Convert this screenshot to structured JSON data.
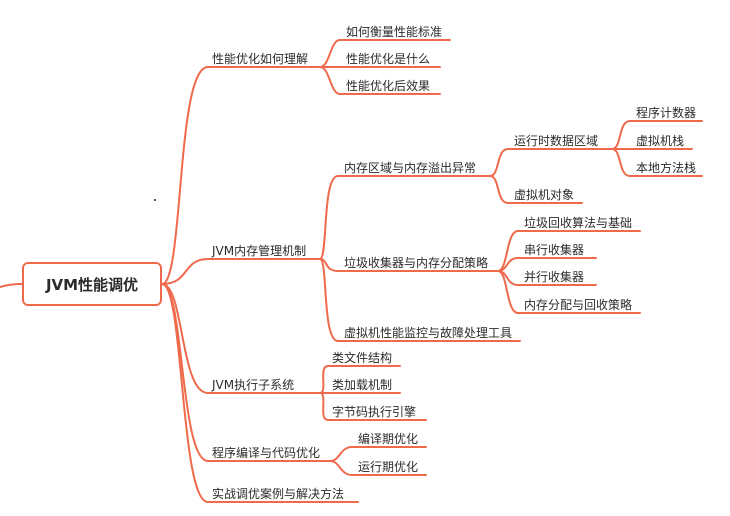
{
  "root": "JVM性能调优",
  "branches": [
    {
      "label": "性能优化如何理解",
      "children": [
        {
          "label": "如何衡量性能标准"
        },
        {
          "label": "性能优化是什么"
        },
        {
          "label": "性能优化后效果"
        }
      ]
    },
    {
      "label": "JVM内存管理机制",
      "children": [
        {
          "label": "内存区域与内存溢出异常",
          "children": [
            {
              "label": "运行时数据区域",
              "children": [
                {
                  "label": "程序计数器"
                },
                {
                  "label": "虚拟机栈"
                },
                {
                  "label": "本地方法栈"
                }
              ]
            },
            {
              "label": "虚拟机对象"
            }
          ]
        },
        {
          "label": "垃圾收集器与内存分配策略",
          "children": [
            {
              "label": "垃圾回收算法与基础"
            },
            {
              "label": "串行收集器"
            },
            {
              "label": "并行收集器"
            },
            {
              "label": "内存分配与回收策略"
            }
          ]
        },
        {
          "label": "虚拟机性能监控与故障处理工具"
        }
      ]
    },
    {
      "label": "JVM执行子系统",
      "children": [
        {
          "label": "类文件结构"
        },
        {
          "label": "类加载机制"
        },
        {
          "label": "字节码执行引擎"
        }
      ]
    },
    {
      "label": "程序编译与代码优化",
      "children": [
        {
          "label": "编译期优化"
        },
        {
          "label": "运行期优化"
        }
      ]
    },
    {
      "label": "实战调优案例与解决方法"
    }
  ],
  "colors": {
    "line": "#ef6a4d",
    "text": "#2b2b2b",
    "background": "#ffffff"
  }
}
